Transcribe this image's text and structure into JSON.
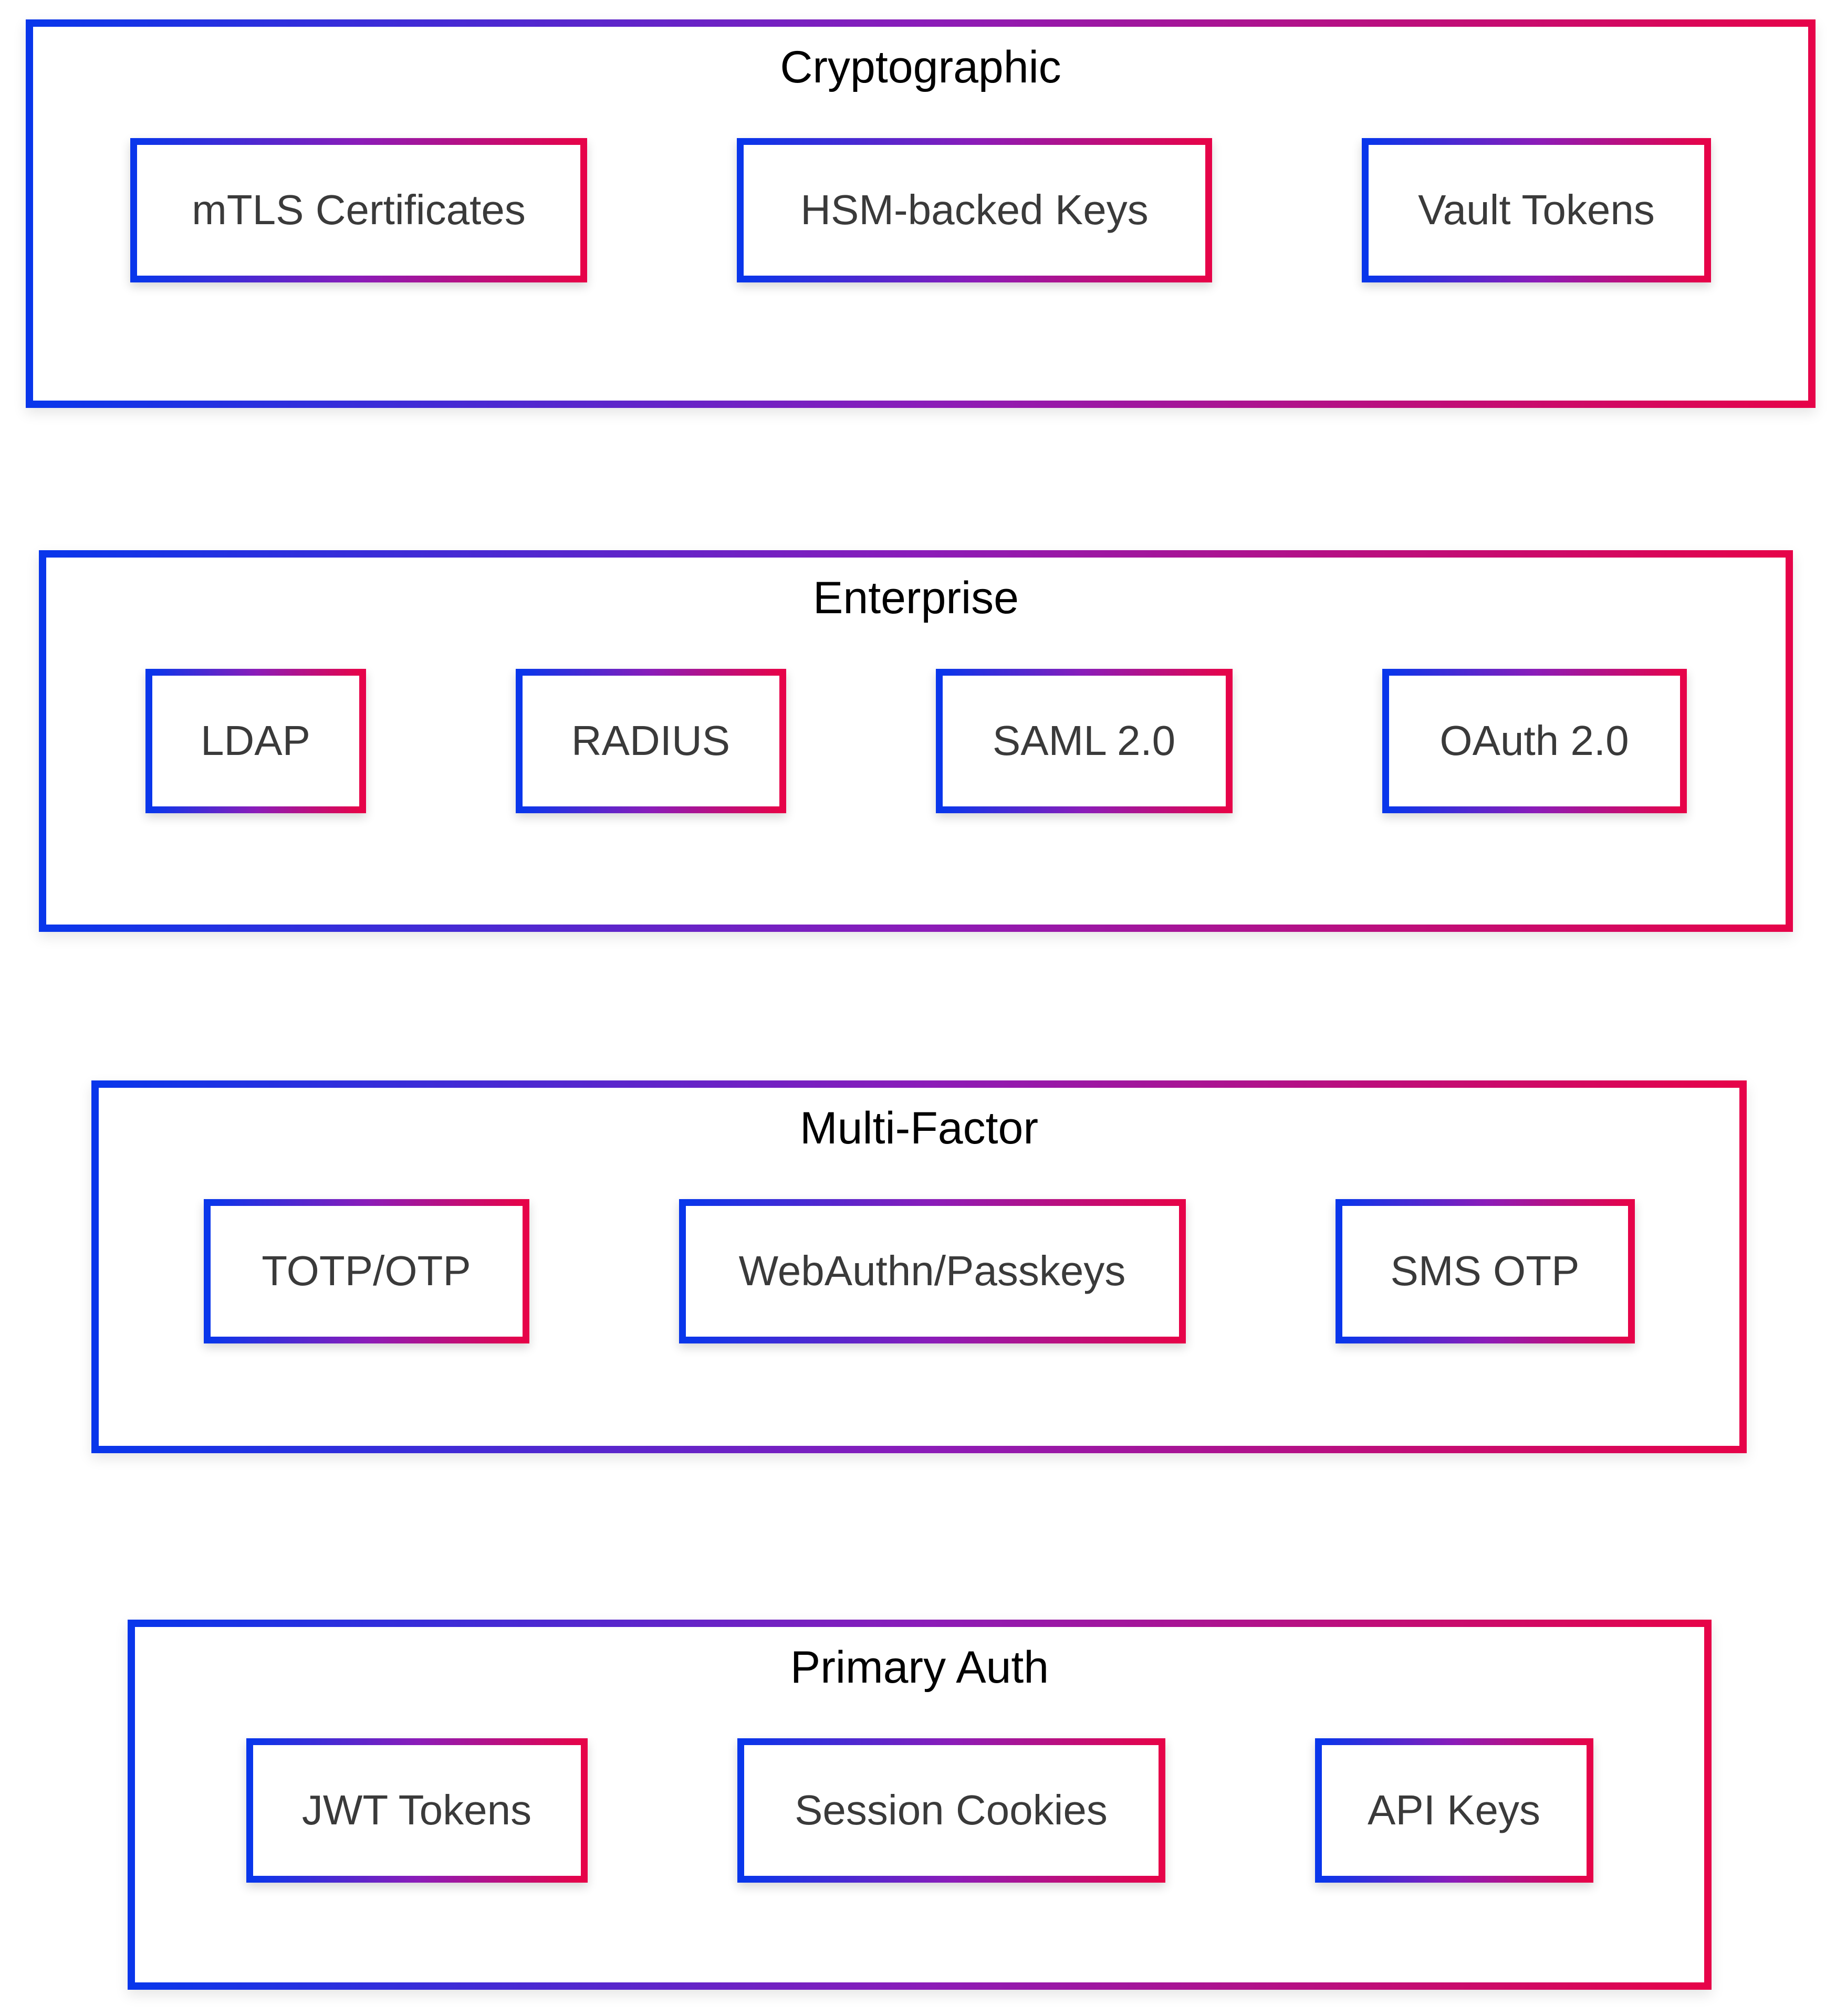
{
  "diagram": {
    "layers": [
      {
        "title": "Cryptographic",
        "items": [
          {
            "label": "mTLS Certificates"
          },
          {
            "label": "HSM-backed Keys"
          },
          {
            "label": "Vault Tokens"
          }
        ]
      },
      {
        "title": "Enterprise",
        "items": [
          {
            "label": "LDAP"
          },
          {
            "label": "RADIUS"
          },
          {
            "label": "SAML 2.0"
          },
          {
            "label": "OAuth 2.0"
          }
        ]
      },
      {
        "title": "Multi-Factor",
        "items": [
          {
            "label": "TOTP/OTP"
          },
          {
            "label": "WebAuthn/Passkeys"
          },
          {
            "label": "SMS OTP"
          }
        ]
      },
      {
        "title": "Primary Auth",
        "items": [
          {
            "label": "JWT Tokens"
          },
          {
            "label": "Session Cookies"
          },
          {
            "label": "API Keys"
          }
        ]
      }
    ],
    "colors": {
      "gradient_blue": "#0936eb",
      "gradient_purple": "#8a1cb9",
      "gradient_red": "#e60349",
      "title_text": "#000000",
      "node_text": "#3a3a3a",
      "background": "#ffffff"
    }
  }
}
